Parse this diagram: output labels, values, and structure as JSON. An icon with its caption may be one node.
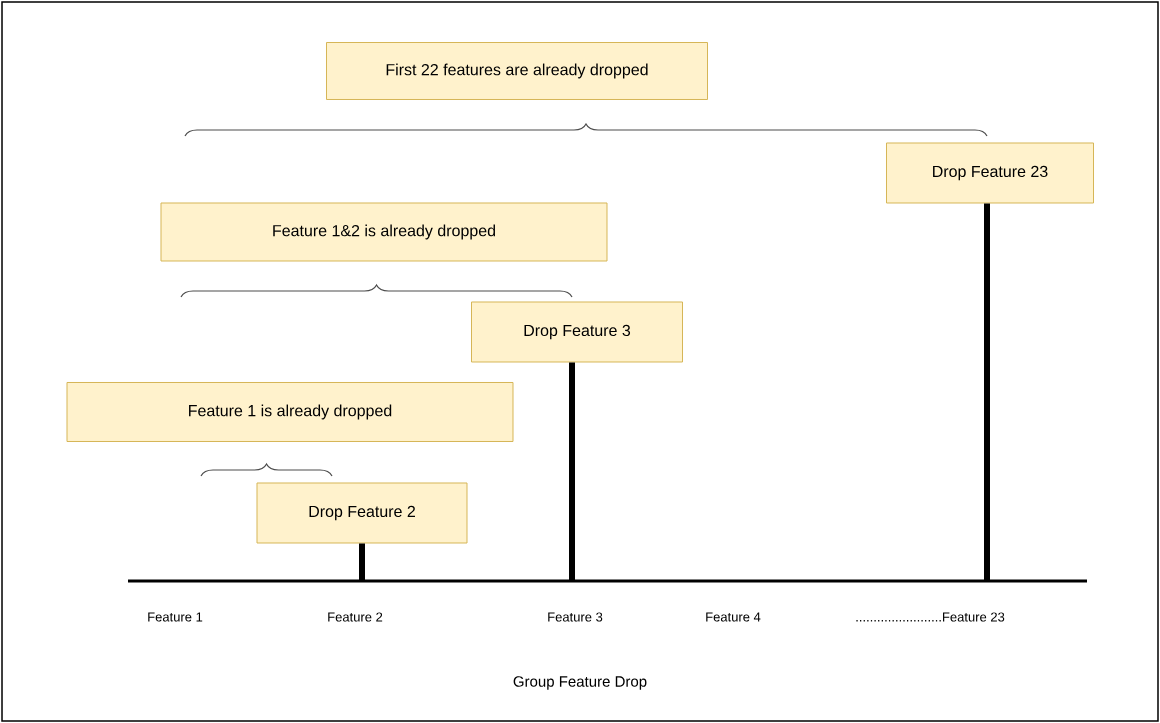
{
  "diagram": {
    "caption": "Group Feature Drop",
    "nodes": [
      {
        "text": [
          "First 22 features are already dropped"
        ]
      },
      {
        "text": [
          "Drop Feature 23"
        ]
      },
      {
        "text": [
          "Feature 1&2 is already dropped"
        ]
      },
      {
        "text": [
          "Drop Feature 3"
        ]
      },
      {
        "text": [
          "Feature 1 is already dropped"
        ]
      },
      {
        "text": [
          "Drop Feature 2"
        ]
      }
    ],
    "edges": [
      {
        "from": 1,
        "to": null,
        "arrow": "none"
      },
      {
        "from": 3,
        "to": null,
        "arrow": "none"
      },
      {
        "from": 5,
        "to": null,
        "arrow": "none"
      }
    ],
    "labels": [
      "Feature 1",
      "Feature 2",
      "Feature 3",
      "Feature 4",
      "........................Feature 23"
    ]
  }
}
